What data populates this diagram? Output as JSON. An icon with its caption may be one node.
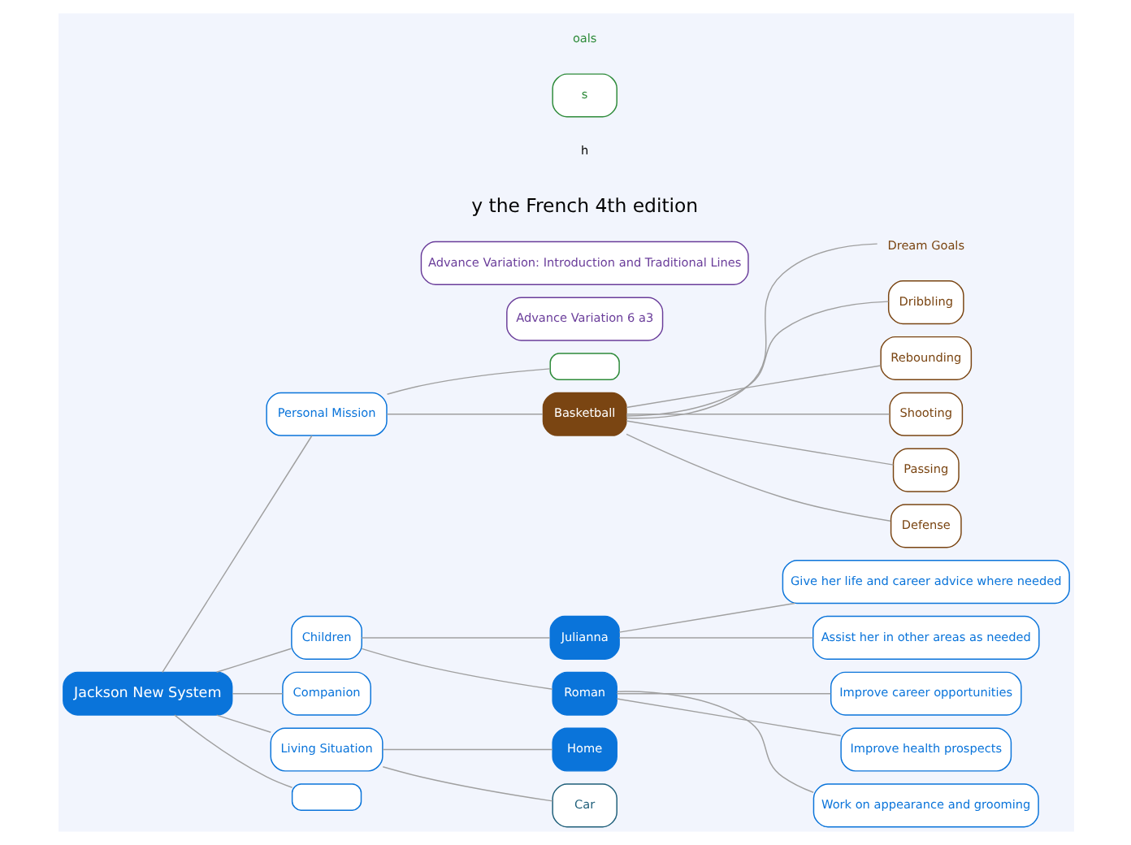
{
  "diagram": {
    "nodes": [
      {
        "text": [
          "Jackson New System"
        ]
      },
      {
        "text": [
          "Personal Mission"
        ]
      },
      {
        "text": [
          "Children"
        ]
      },
      {
        "text": [
          "Companion"
        ]
      },
      {
        "text": [
          "Living Situation"
        ]
      },
      {
        "text": [],
        "shape": "box"
      },
      {
        "text": [],
        "shape": "box"
      },
      {
        "text": [
          "Basketball"
        ]
      },
      {
        "text": [
          "oals"
        ]
      },
      {
        "text": [
          "s"
        ]
      },
      {
        "text": [
          "h"
        ]
      },
      {
        "text": [
          "y the French 4th edition"
        ]
      },
      {
        "text": [
          "Advance Variation: Introduction and Traditional Lines"
        ]
      },
      {
        "text": [
          "Advance Variation 6 a3"
        ]
      },
      {
        "text": [
          "Dream Goals"
        ]
      },
      {
        "text": [
          "Dribbling"
        ]
      },
      {
        "text": [
          "Rebounding"
        ]
      },
      {
        "text": [
          "Shooting"
        ]
      },
      {
        "text": [
          "Passing"
        ]
      },
      {
        "text": [
          "Defense"
        ]
      },
      {
        "text": [
          "Julianna"
        ]
      },
      {
        "text": [
          "Give her life and career advice where needed"
        ]
      },
      {
        "text": [
          "Assist her in other areas as needed"
        ]
      },
      {
        "text": [
          "Roman"
        ]
      },
      {
        "text": [
          "Improve career opportunities"
        ]
      },
      {
        "text": [
          "Improve health prospects"
        ]
      },
      {
        "text": [
          "Work on appearance and grooming"
        ]
      },
      {
        "text": [
          "Home"
        ]
      },
      {
        "text": [
          "Car"
        ]
      }
    ],
    "edges": [
      {
        "from": 0,
        "to": 1,
        "arrow": "none"
      },
      {
        "from": 0,
        "to": 2,
        "arrow": "none"
      },
      {
        "from": 0,
        "to": 3,
        "arrow": "none"
      },
      {
        "from": 0,
        "to": 4,
        "arrow": "none"
      },
      {
        "from": 0,
        "to": 5,
        "arrow": "none"
      },
      {
        "from": 1,
        "to": 6,
        "arrow": "none"
      },
      {
        "from": 1,
        "to": 7,
        "arrow": "none"
      },
      {
        "from": 7,
        "to": 14,
        "arrow": "none"
      },
      {
        "from": 7,
        "to": 15,
        "arrow": "none"
      },
      {
        "from": 7,
        "to": 16,
        "arrow": "none"
      },
      {
        "from": 7,
        "to": 17,
        "arrow": "none"
      },
      {
        "from": 7,
        "to": 18,
        "arrow": "none"
      },
      {
        "from": 7,
        "to": 19,
        "arrow": "none"
      },
      {
        "from": 2,
        "to": 20,
        "arrow": "none"
      },
      {
        "from": 20,
        "to": 21,
        "arrow": "none"
      },
      {
        "from": 20,
        "to": 22,
        "arrow": "none"
      },
      {
        "from": 2,
        "to": 23,
        "arrow": "none"
      },
      {
        "from": 23,
        "to": 24,
        "arrow": "none"
      },
      {
        "from": 23,
        "to": 25,
        "arrow": "none"
      },
      {
        "from": 23,
        "to": 26,
        "arrow": "none"
      },
      {
        "from": 4,
        "to": 27,
        "arrow": "none"
      },
      {
        "from": 4,
        "to": 28,
        "arrow": "none"
      }
    ]
  }
}
